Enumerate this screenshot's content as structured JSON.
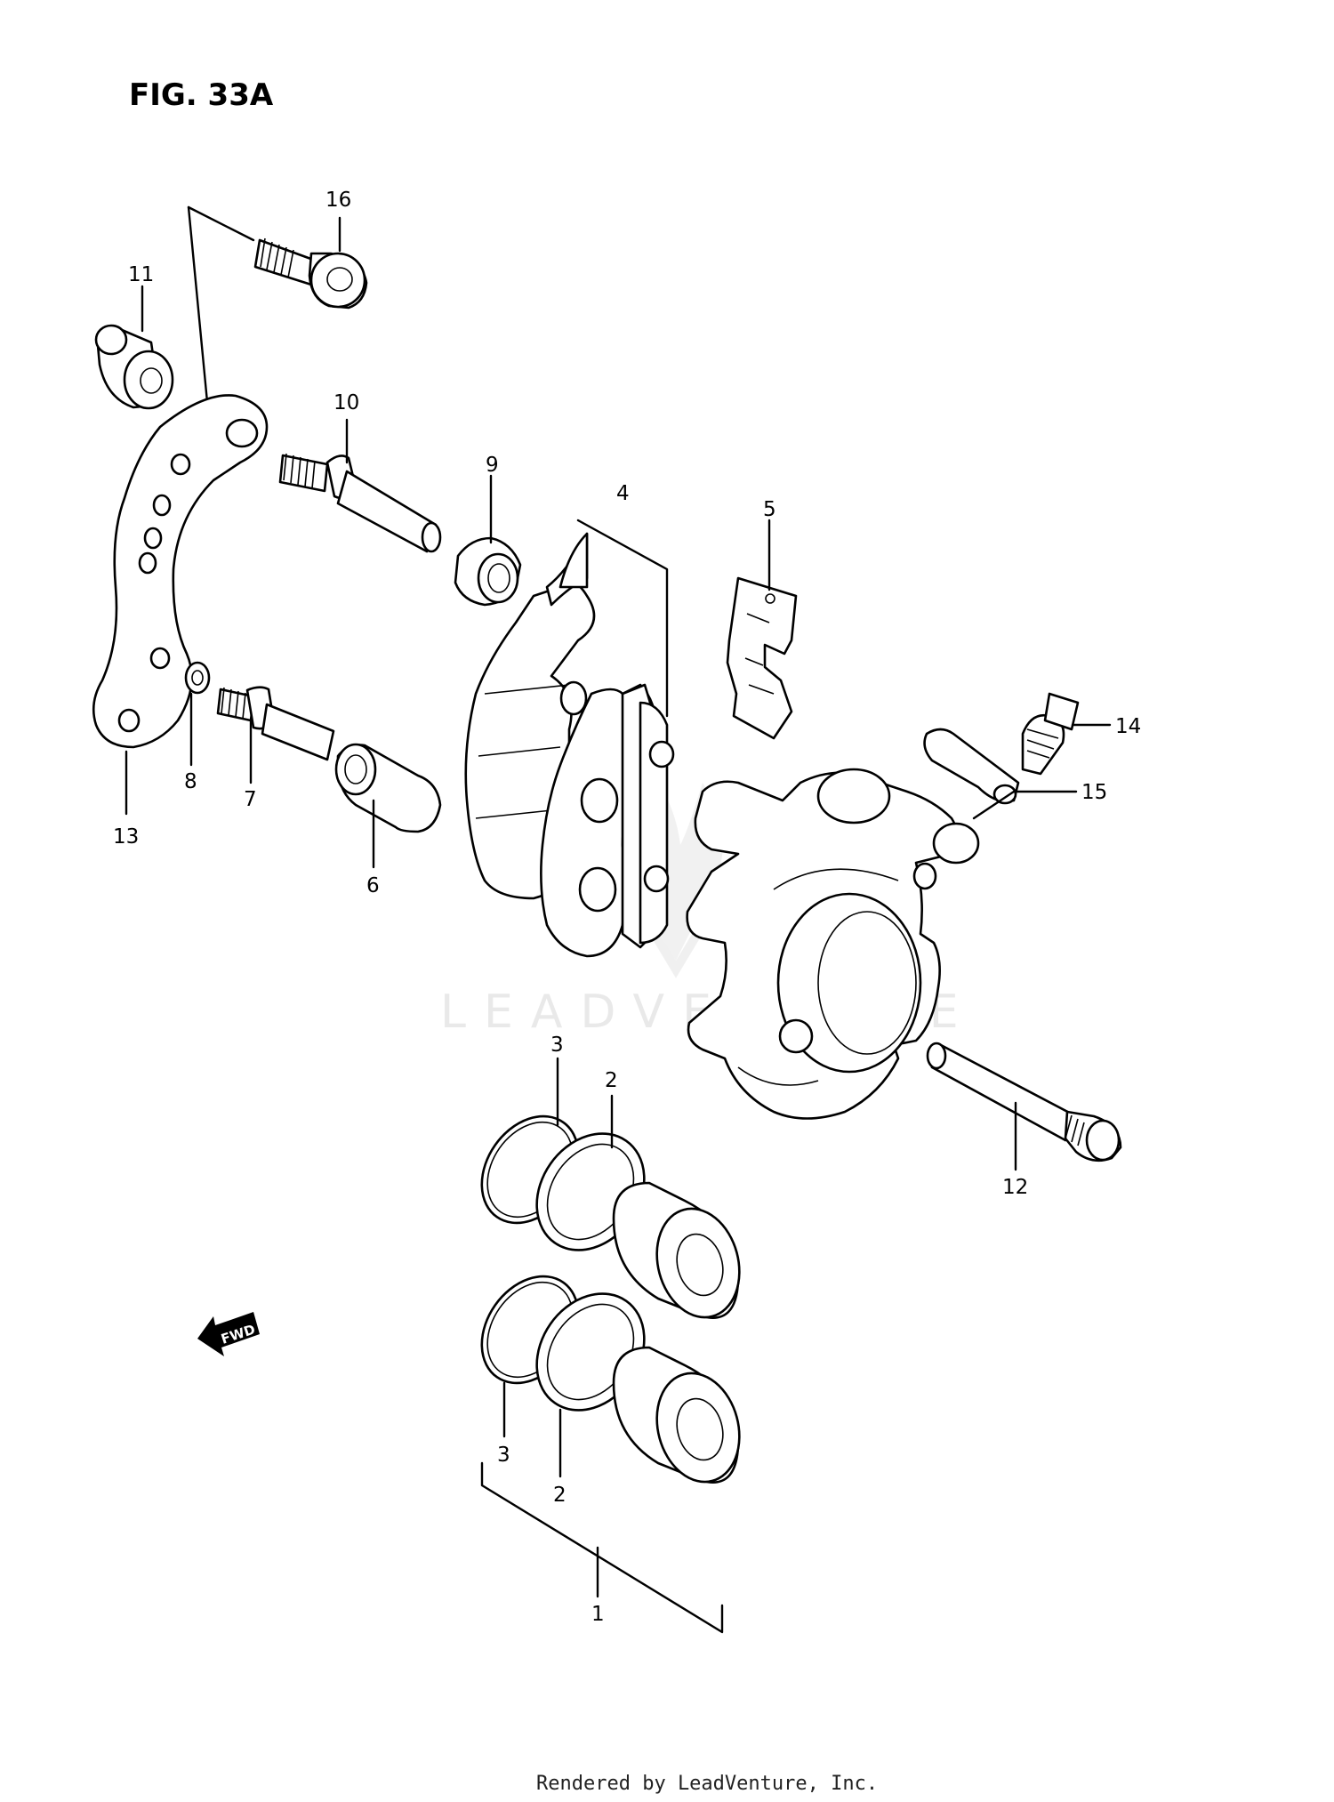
{
  "figure": {
    "title": "FIG. 33A"
  },
  "watermark": "LEADVENTURE",
  "footer": "Rendered by LeadVenture, Inc.",
  "forward_arrow": "FWD",
  "callouts": [
    "1",
    "2",
    "2",
    "3",
    "3",
    "4",
    "5",
    "6",
    "7",
    "8",
    "9",
    "10",
    "11",
    "12",
    "13",
    "14",
    "15",
    "16"
  ]
}
